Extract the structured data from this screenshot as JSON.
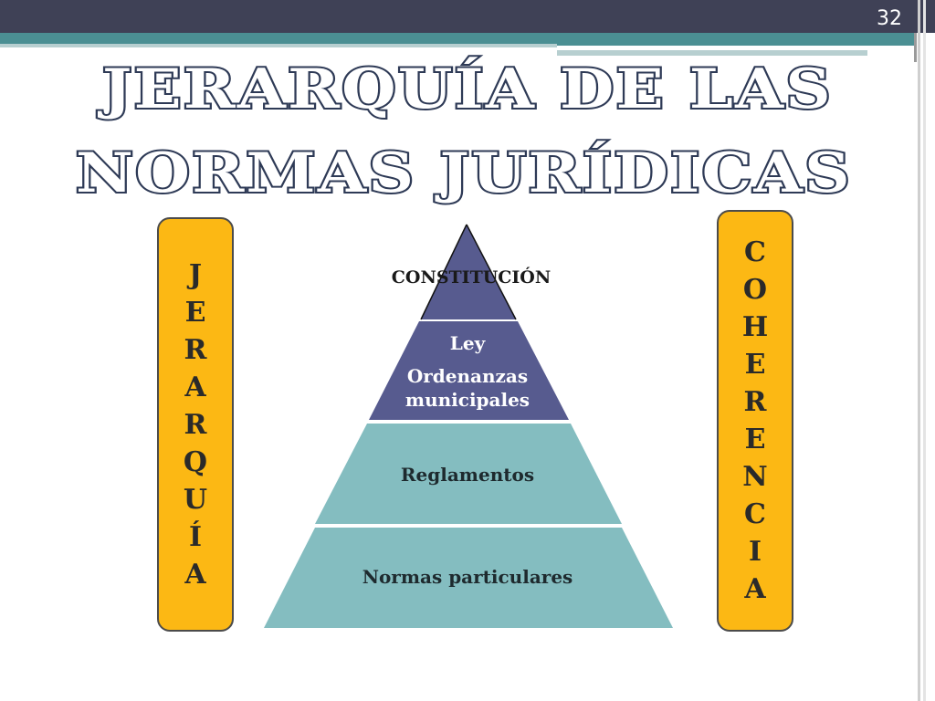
{
  "slide": {
    "page_number": "32",
    "title_line1": "JERARQUÍA DE LAS",
    "title_line2": "NORMAS JURÍDICAS"
  },
  "left_box": {
    "letters": [
      "J",
      "E",
      "R",
      "A",
      "R",
      "Q",
      "U",
      "Í",
      "A"
    ]
  },
  "right_box": {
    "letters": [
      "C",
      "O",
      "H",
      "E",
      "R",
      "E",
      "N",
      "C",
      "I",
      "A"
    ]
  },
  "pyramid": {
    "level1": "CONSTITUCIÓN",
    "level2_line1": "Ley",
    "level2_line2": "Ordenanzas",
    "level2_line3": "municipales",
    "level3": "Reglamentos",
    "level4": "Normas particulares"
  },
  "colors": {
    "top_bar": "#3f4156",
    "accent_teal": "#4b8f93",
    "pyramid_dark": "#575b8f",
    "pyramid_light": "#84bdc0",
    "side_box": "#fcb814",
    "title_fill": "#ffffff",
    "title_outline": "#2e3a56"
  }
}
